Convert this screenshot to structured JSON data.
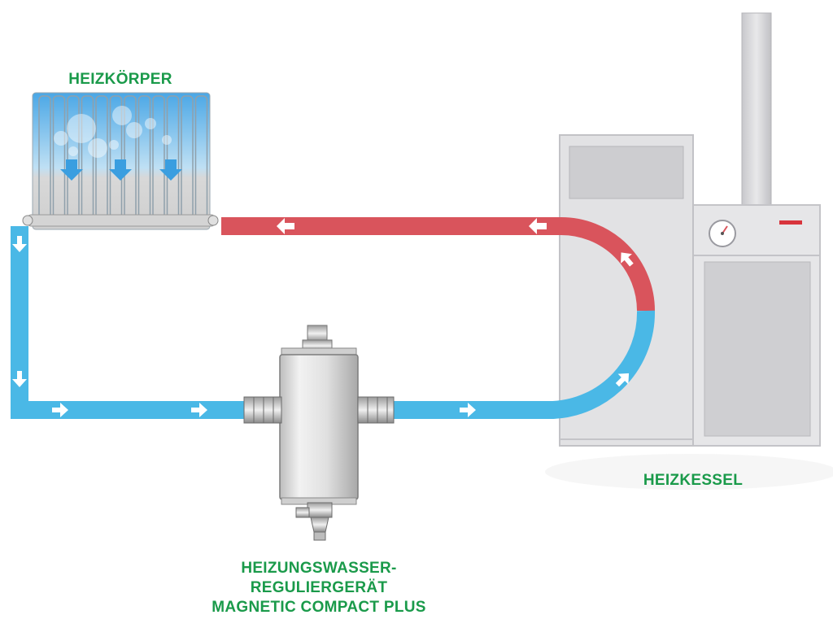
{
  "labels": {
    "radiator": "HEIZKÖRPER",
    "boiler": "HEIZKESSEL",
    "device_line1": "HEIZUNGSWASSER-",
    "device_line2": "REGULIERGERÄT",
    "device_line3": "MAGNETIC COMPACT PLUS"
  },
  "colors": {
    "label_green": "#1a9a4a",
    "hot_pipe": "#d9545c",
    "cold_pipe": "#4ab8e6",
    "arrow": "#ffffff",
    "device_body": "#dcdcdc",
    "boiler_body": "#e2e2e4"
  },
  "icons": [
    "pipe-arrow-icon",
    "pressure-gauge-icon",
    "bubble-icon"
  ]
}
